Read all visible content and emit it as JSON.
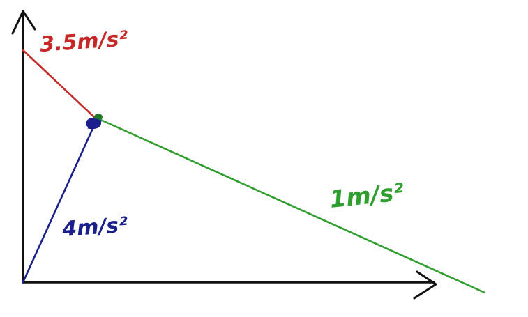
{
  "diagram": {
    "segments": [
      {
        "label": "3.5m/s²",
        "color": "#c62828"
      },
      {
        "label": "4m/s²",
        "color": "#1a1f8c"
      },
      {
        "label": "1m/s²",
        "color": "#2e9e2e"
      }
    ],
    "axis_color": "#111111",
    "junction_color": "#1f7a2a"
  }
}
